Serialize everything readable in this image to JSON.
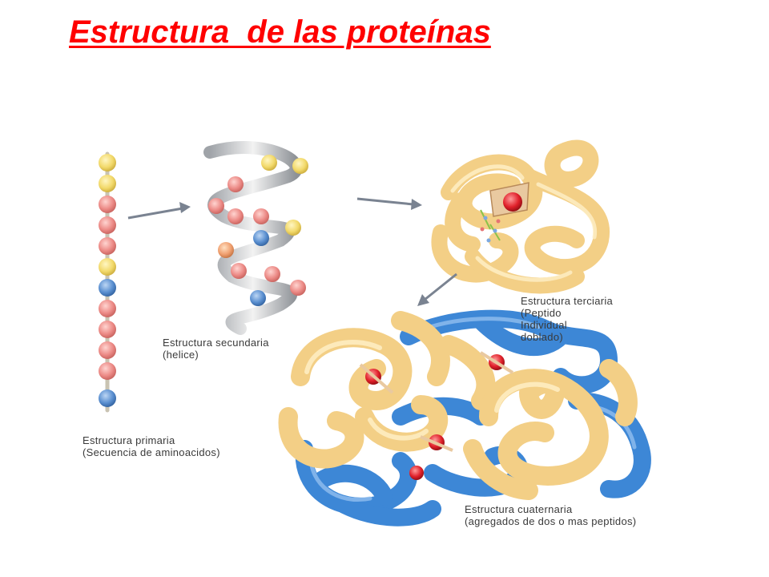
{
  "slide": {
    "title": "Estructura  de las proteínas"
  },
  "figure": {
    "primary": {
      "caption_line1": "Estructura primaria",
      "caption_line2": "(Secuencia de aminoacidos)"
    },
    "secondary": {
      "caption_line1": "Estructura secundaria",
      "caption_line2": "(helice)"
    },
    "tertiary": {
      "caption_line1": "Estructura terciaria",
      "caption_line2": "(Peptido",
      "caption_line3": "Individual",
      "caption_line4": "doblado)"
    },
    "quaternary": {
      "caption_line1": "Estructura cuaternaria",
      "caption_line2": "(agregados de dos o mas peptidos)"
    },
    "colors": {
      "title": "#ff0000",
      "bead_yellow": "#f2d96a",
      "bead_red": "#ec8a86",
      "bead_blue": "#5a8fd0",
      "ribbon_gold": "#f3cf86",
      "ribbon_blue": "#3d87d6",
      "arrow": "#7a8391"
    }
  }
}
